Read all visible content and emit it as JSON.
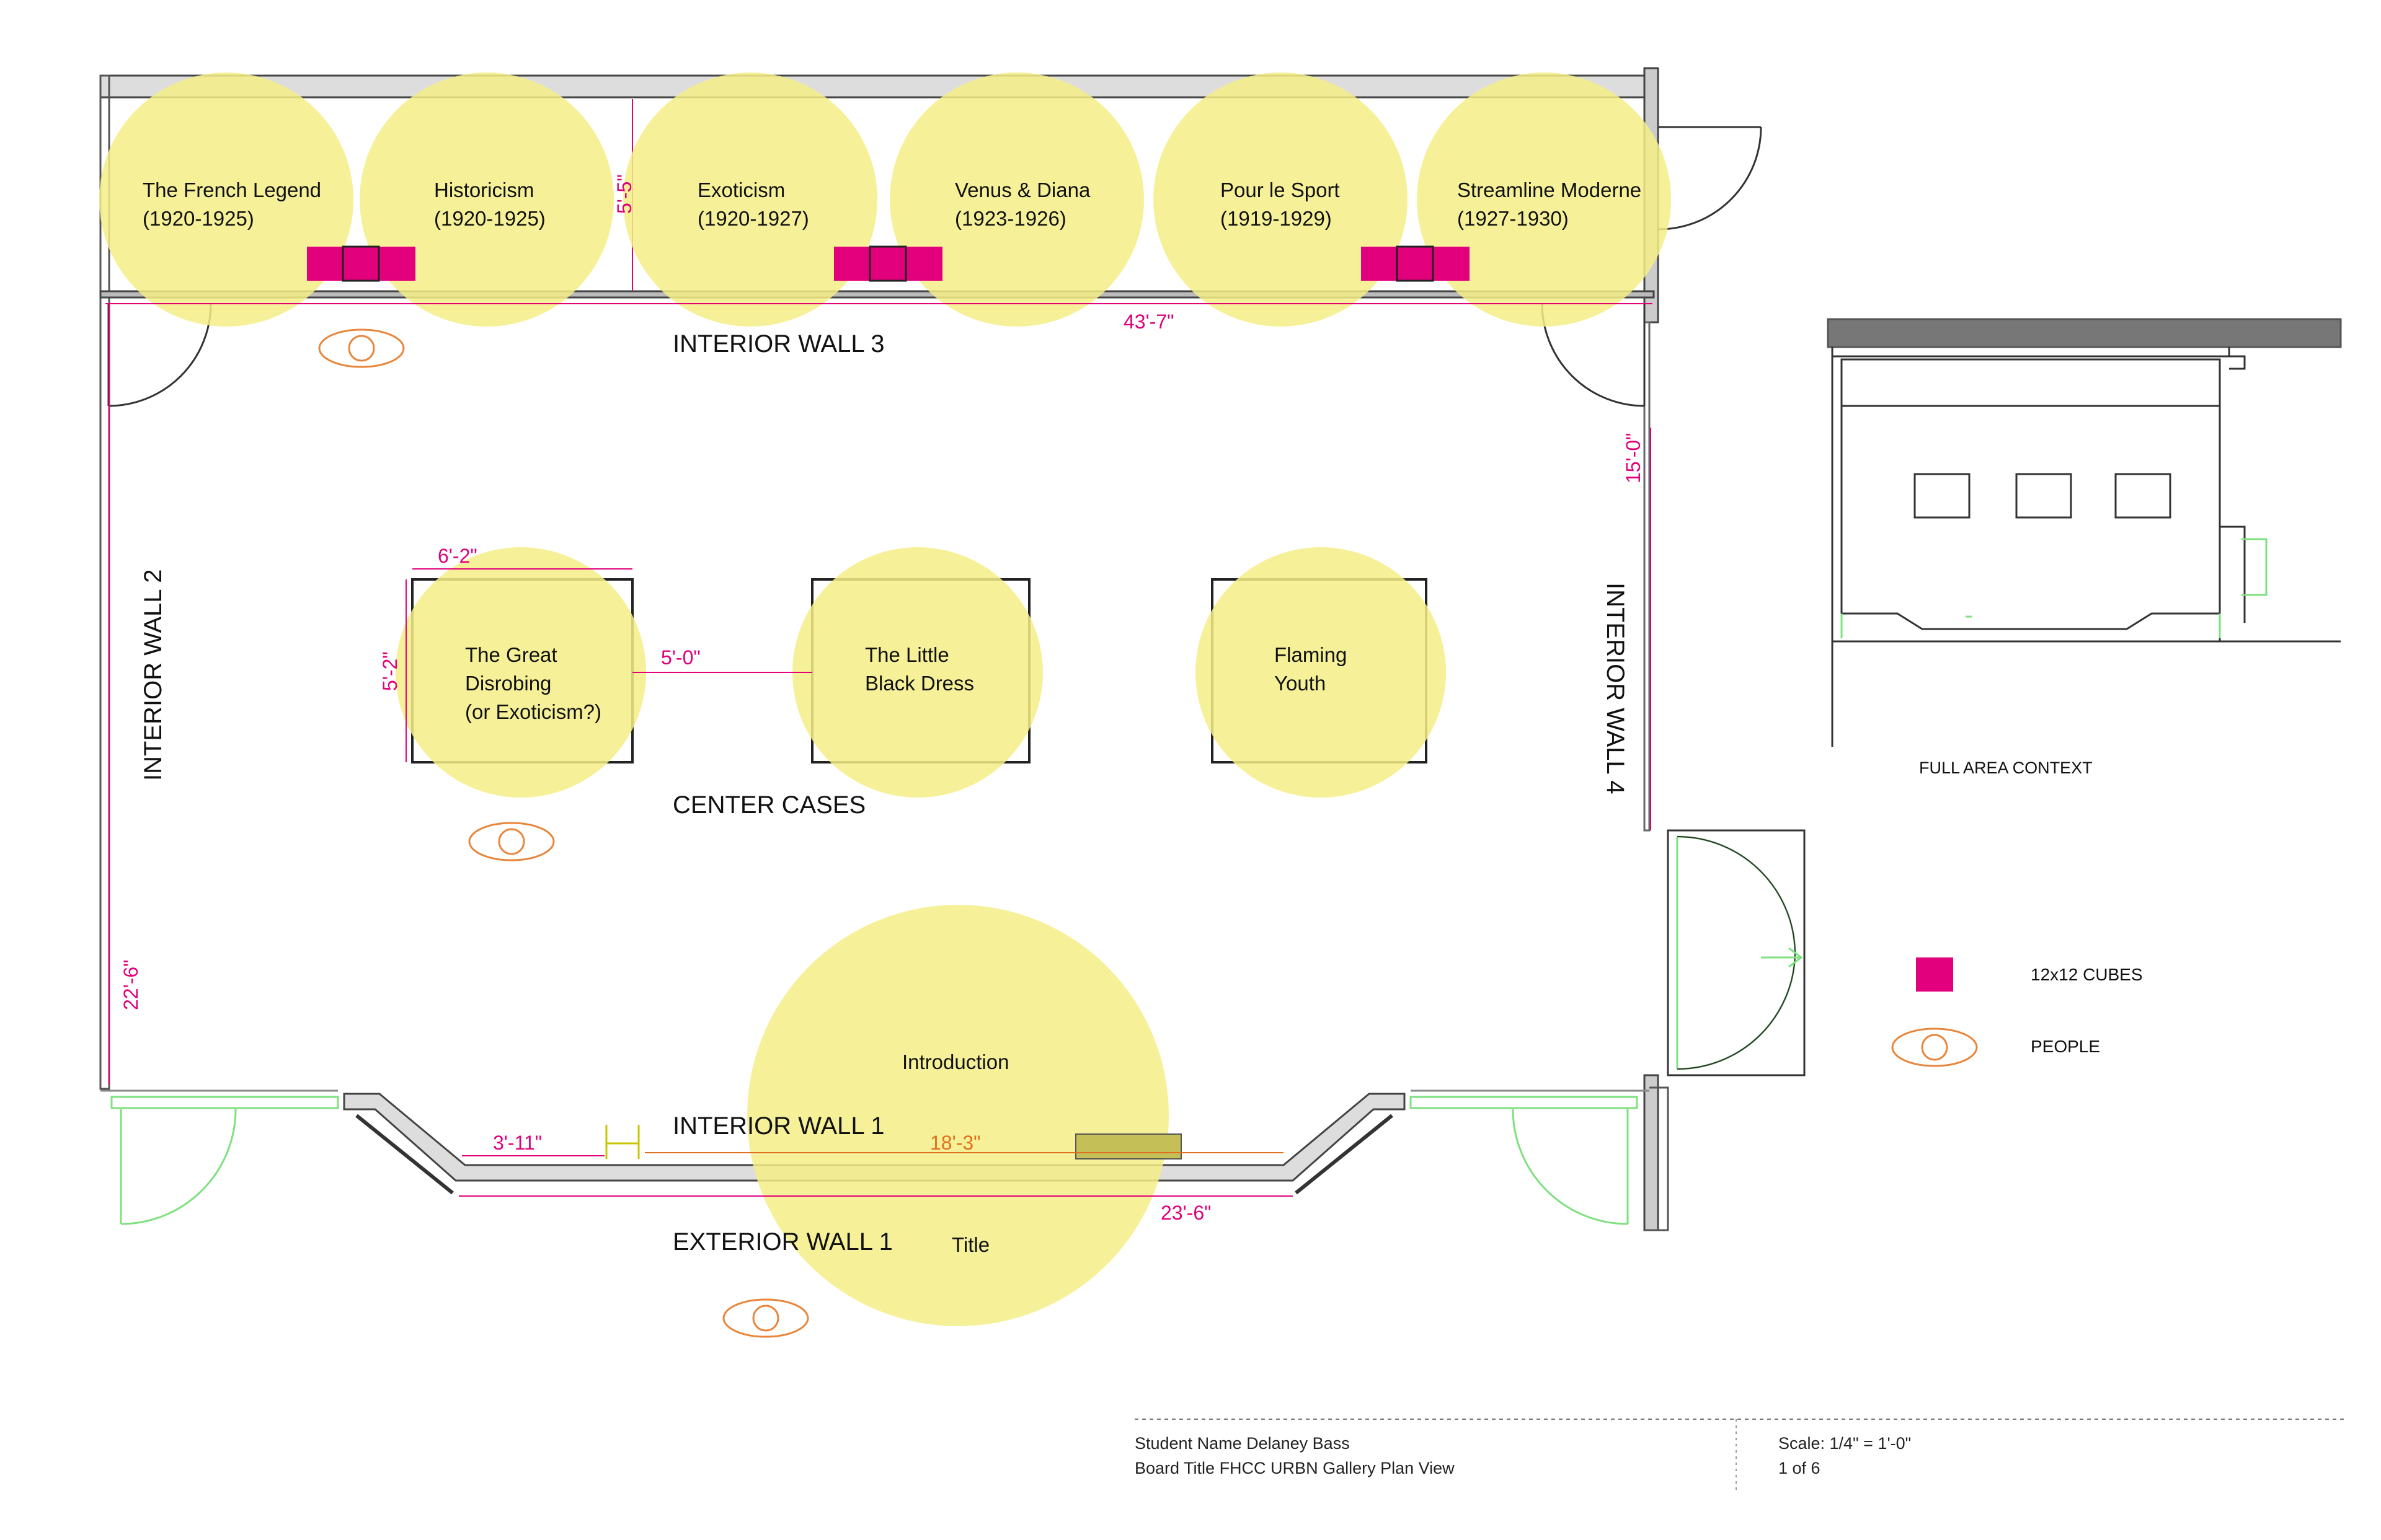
{
  "zones": {
    "french_legend": [
      "The French Legend",
      "(1920-1925)"
    ],
    "historicism": [
      "Historicism",
      "(1920-1925)"
    ],
    "exoticism": [
      "Exoticism",
      "(1920-1927)"
    ],
    "venus_diana": [
      "Venus & Diana",
      "(1923-1926)"
    ],
    "pour_le_sport": [
      "Pour le Sport",
      "(1919-1929)"
    ],
    "streamline": [
      "Streamline Moderne",
      "(1927-1930)"
    ],
    "great_disrobing": [
      "The Great",
      "Disrobing",
      "(or Exoticism?)"
    ],
    "little_black_dress": [
      "The Little",
      "Black Dress"
    ],
    "flaming_youth": [
      "Flaming",
      "Youth"
    ],
    "introduction": [
      "Introduction"
    ],
    "title": [
      "Title"
    ]
  },
  "walls": {
    "interior_wall_1": "INTERIOR WALL 1",
    "interior_wall_2": "INTERIOR WALL 2",
    "interior_wall_3": "INTERIOR WALL 3",
    "interior_wall_4": "INTERIOR WALL 4",
    "exterior_wall_1": "EXTERIOR WALL 1",
    "center_cases": "CENTER CASES"
  },
  "dimensions": {
    "alcove_depth": "5'-5\"",
    "wall3_length": "43'-7\"",
    "wall4_length": "15'-0\"",
    "case_width": "6'-2\"",
    "case_depth": "5'-2\"",
    "case_gap": "5'-0\"",
    "wall2_length": "22'-6\"",
    "ext_short": "3'-11\"",
    "ext_mid": "18'-3\"",
    "ext_long": "23'-6\""
  },
  "legend": {
    "cubes": "12x12 CUBES",
    "people": "PEOPLE"
  },
  "context": {
    "label": "FULL AREA CONTEXT"
  },
  "title_block": {
    "student": "Student Name Delaney Bass",
    "board": "Board Title FHCC URBN Gallery Plan View",
    "scale": "Scale: 1/4\" = 1'-0\"",
    "page": "1 of 6"
  },
  "colors": {
    "zone_fill": "#f4ee86",
    "cube": "#e3007d",
    "people": "#e9853a",
    "dimension": "#e0007a",
    "door_green": "#7fe07f",
    "wall_gray": "#999999",
    "intro_panel": "#c4bf56"
  }
}
